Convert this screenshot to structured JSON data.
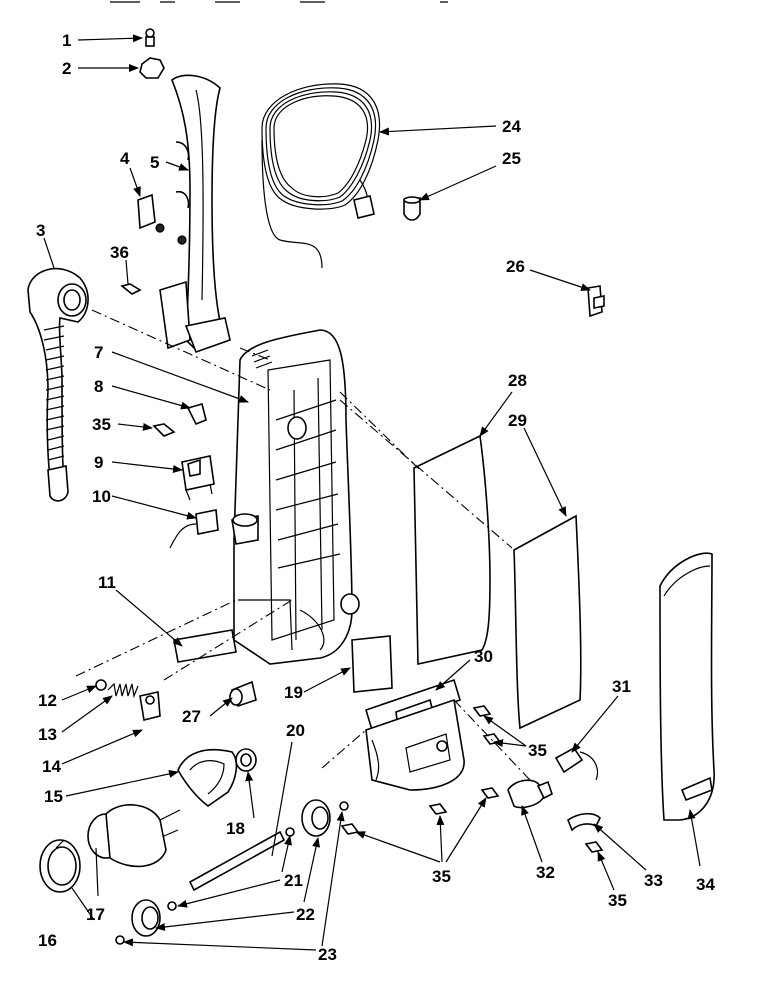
{
  "diagram": {
    "labels": [
      "1",
      "2",
      "3",
      "4",
      "5",
      "36",
      "7",
      "8",
      "35",
      "9",
      "10",
      "11",
      "12",
      "13",
      "14",
      "15",
      "16",
      "17",
      "18",
      "19",
      "20",
      "21",
      "22",
      "23",
      "24",
      "25",
      "26",
      "27",
      "28",
      "29",
      "30",
      "31",
      "32",
      "33",
      "34"
    ],
    "repeated_labels": {
      "35": "35",
      "22": "22",
      "23": "23"
    }
  }
}
